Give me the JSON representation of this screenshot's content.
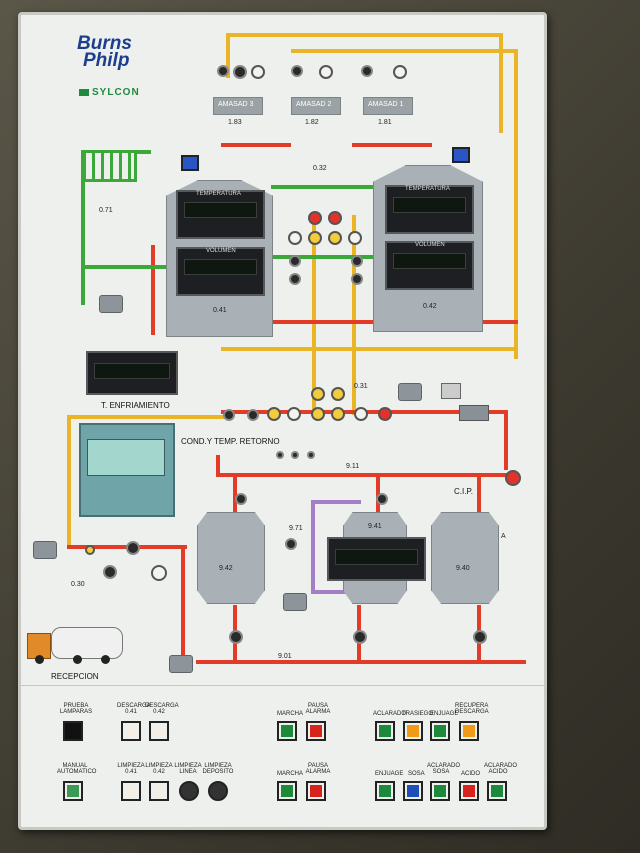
{
  "brand": {
    "name_line1": "Burns",
    "name_line2": "Philp",
    "sub": "SYLCON"
  },
  "amasad": [
    {
      "label": "AMASAD 3",
      "value": "1.83"
    },
    {
      "label": "AMASAD 2",
      "value": "1.82"
    },
    {
      "label": "AMASAD 1",
      "value": "1.81"
    }
  ],
  "numbers": {
    "n071": "0.71",
    "n032": "0.32",
    "n041": "0.41",
    "n042": "0.42",
    "n031": "0.31",
    "n911": "9.11",
    "n971": "9.71",
    "n941": "9.41",
    "n942": "9.42",
    "n940": "9.40",
    "n030": "0.30",
    "n901": "9.01"
  },
  "labels": {
    "t_enfriamiento": "T. ENFRIAMIENTO",
    "cond_temp": "COND.Y TEMP. RETORNO",
    "cip": "C.I.P.",
    "recepcion": "RECEPCION",
    "temp1": "TEMPERATURA",
    "vol1": "VOLUMEN",
    "temp2": "TEMPERATURA",
    "vol2": "VOLUMEN",
    "a": "A"
  },
  "buttons_row1": [
    {
      "label": "PRUEBA LAMPARAS",
      "color": "#111111"
    },
    {
      "label": "DESCARGA 0.41",
      "color": "#f3efe4"
    },
    {
      "label": "DESCARGA 0.42",
      "color": "#f3efe4"
    },
    {
      "label": "MARCHA",
      "color": "#1c8a3a"
    },
    {
      "label": "PAUSA ALARMA",
      "color": "#d8231d"
    },
    {
      "label": "ACLARADO",
      "color": "#1c8a3a"
    },
    {
      "label": "TRASIEGO",
      "color": "#f09a17"
    },
    {
      "label": "ENJUAGE",
      "color": "#1c8a3a"
    },
    {
      "label": "RECUPERA DESCARGA",
      "color": "#f09a17"
    }
  ],
  "buttons_row2": [
    {
      "label": "MANUAL AUTOMATICO",
      "color": "#3c9a55"
    },
    {
      "label": "LIMPIEZA 0.41",
      "color": "#f3efe4"
    },
    {
      "label": "LIMPIEZA 0.42",
      "color": "#f3efe4"
    },
    {
      "label": "LIMPIEZA LINEA",
      "color": "#333333"
    },
    {
      "label": "LIMPIEZA DEPOSITO",
      "color": "#333333"
    },
    {
      "label": "MARCHA",
      "color": "#1c8a3a"
    },
    {
      "label": "PAUSA ALARMA",
      "color": "#d8231d"
    },
    {
      "label": "ENJUAGE",
      "color": "#1c8a3a"
    },
    {
      "label": "SOSA",
      "color": "#1e4fb8"
    },
    {
      "label": "ACLARADO SOSA",
      "color": "#1c8a3a"
    },
    {
      "label": "ACIDO",
      "color": "#d8231d"
    },
    {
      "label": "ACLARADO ACIDO",
      "color": "#1c8a3a"
    }
  ],
  "colors": {
    "pipe_red": "#e23b28",
    "pipe_yellow": "#e9b526",
    "pipe_green": "#3da83a",
    "pipe_purple": "#a57fc5",
    "panel": "#eef0ee"
  }
}
